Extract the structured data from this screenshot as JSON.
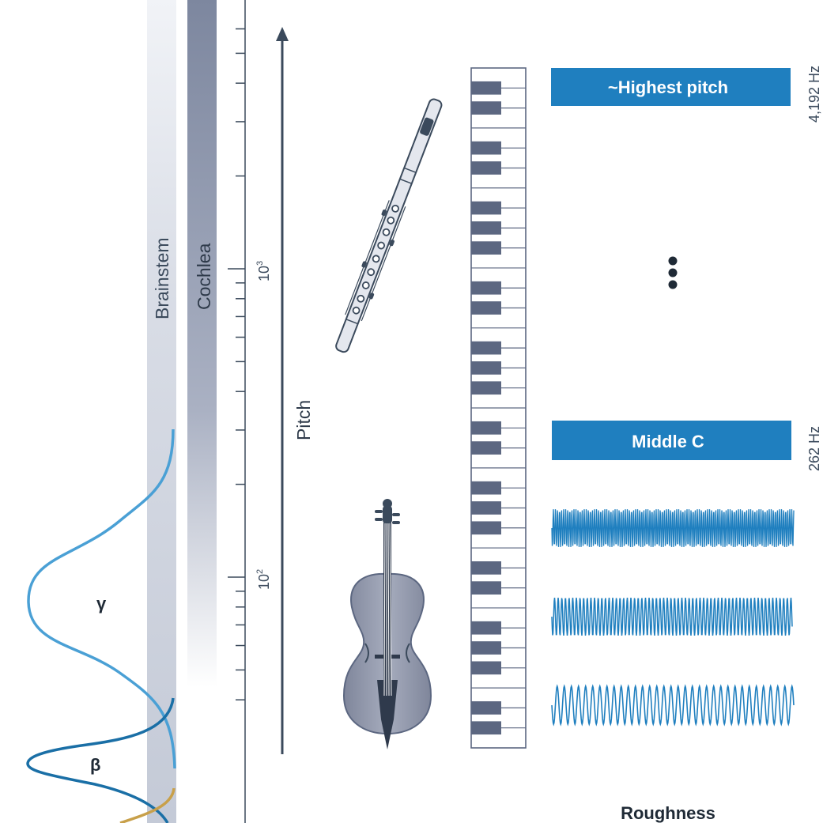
{
  "bands": {
    "brainstem_label": "Brainstem",
    "cochlea_label": "Cochlea"
  },
  "axis": {
    "pitch_label": "Pitch",
    "tick_1e3": {
      "base": "10",
      "exp": "3"
    },
    "tick_1e2": {
      "base": "10",
      "exp": "2"
    }
  },
  "rhythms": {
    "gamma_label": "γ",
    "beta_label": "β"
  },
  "instruments": [
    "flute",
    "cello"
  ],
  "piano": {
    "white_keys": 34
  },
  "waveforms": {
    "highest_label": "~Highest pitch",
    "highest_hz": "4,192 Hz",
    "middle_label": "Middle C",
    "middle_hz": "262 Hz",
    "ellipsis_dots": 3,
    "roughness_label": "Roughness"
  },
  "colors": {
    "axis": "#3b4a5c",
    "band_brainstem": "#c9cfdb",
    "band_cochlea": "#7f8aa3",
    "gamma_curve": "#4aa0d5",
    "beta_curve": "#1a6fa6",
    "low_curve": "#c8a04a",
    "wave_blue": "#1f7fbf",
    "piano_black": "#5c6781",
    "instrument_gray": "#8d93a6"
  }
}
